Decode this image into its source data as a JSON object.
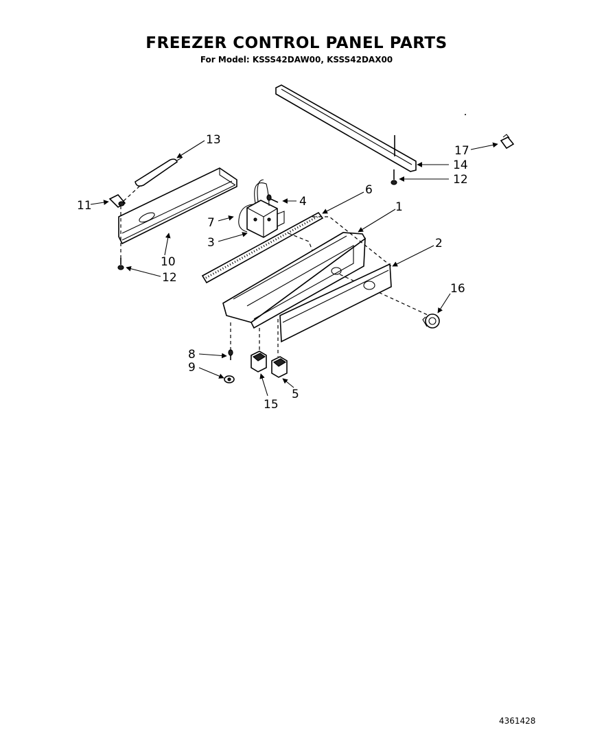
{
  "title": "FREEZER CONTROL PANEL PARTS",
  "subtitle": "For Model: KSSS42DAW00, KSSS42DAX00",
  "document_number": "4361428",
  "callouts": [
    {
      "id": "1",
      "label": "1"
    },
    {
      "id": "2",
      "label": "2"
    },
    {
      "id": "3",
      "label": "3"
    },
    {
      "id": "4",
      "label": "4"
    },
    {
      "id": "5",
      "label": "5"
    },
    {
      "id": "6",
      "label": "6"
    },
    {
      "id": "7",
      "label": "7"
    },
    {
      "id": "8",
      "label": "8"
    },
    {
      "id": "9",
      "label": "9"
    },
    {
      "id": "10",
      "label": "10"
    },
    {
      "id": "11",
      "label": "11"
    },
    {
      "id": "12a",
      "label": "12"
    },
    {
      "id": "12b",
      "label": "12"
    },
    {
      "id": "13",
      "label": "13"
    },
    {
      "id": "14",
      "label": "14"
    },
    {
      "id": "15",
      "label": "15"
    },
    {
      "id": "16",
      "label": "16"
    },
    {
      "id": "17",
      "label": "17"
    }
  ]
}
